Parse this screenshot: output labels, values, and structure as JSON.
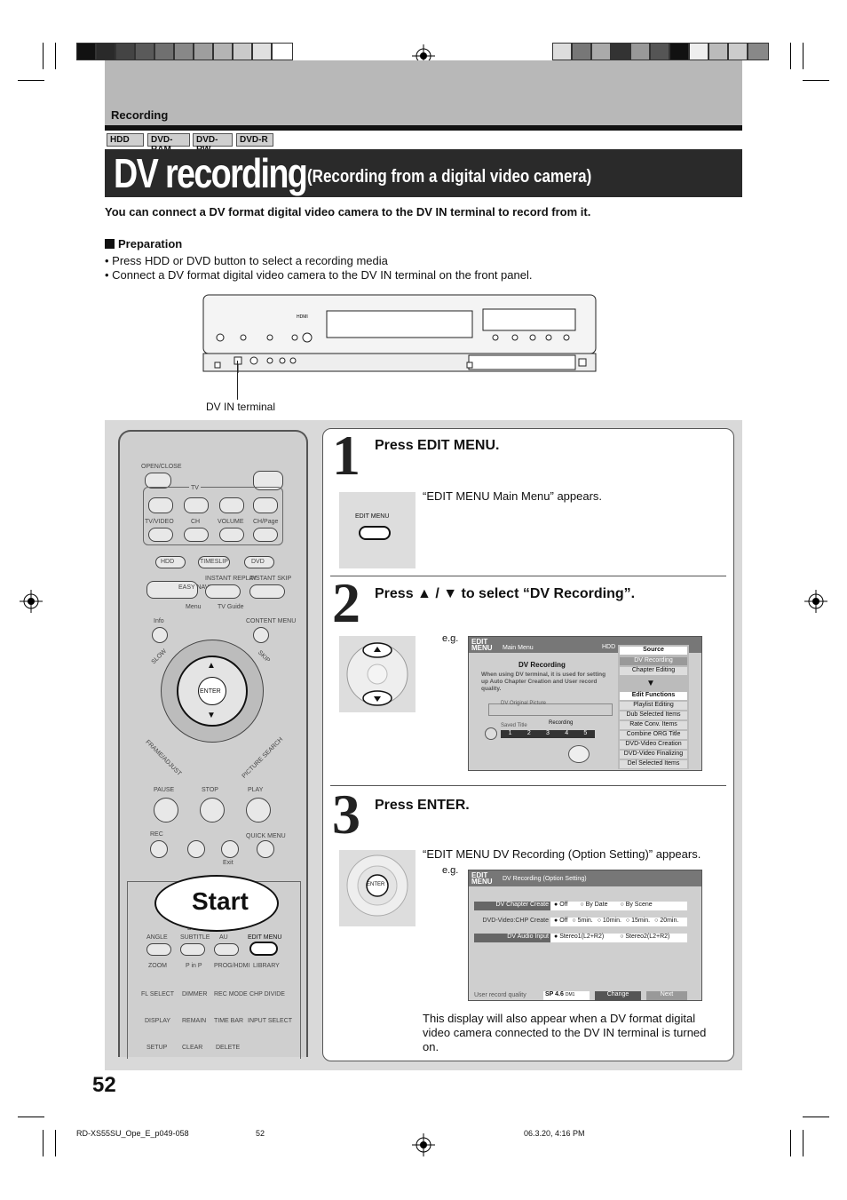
{
  "header": {
    "section": "Recording",
    "tags": [
      "HDD",
      "DVD-RAM",
      "DVD-RW",
      "DVD-R"
    ],
    "title": "DV recording",
    "subtitle": "(Recording from a digital video camera)"
  },
  "intro": "You can connect a DV format digital video camera to the DV IN terminal to record from it.",
  "preparation": {
    "heading": "Preparation",
    "items": [
      "Press HDD or DVD button to select a recording media",
      "Connect a DV format digital video camera to the DV IN terminal on the front panel."
    ]
  },
  "device": {
    "terminal_label": "DV IN terminal"
  },
  "remote": {
    "start_label": "Start",
    "buttons": {
      "open_close": "OPEN/CLOSE",
      "tv": "TV",
      "tv_video": "TV/VIDEO",
      "ch": "CH",
      "volume": "VOLUME",
      "ch_page": "CH/Page",
      "hdd": "HDD",
      "timeslip": "TIMESLIP",
      "dvd": "DVD",
      "easy_navi": "EASY NAVI",
      "instant_replay": "INSTANT REPLAY",
      "instant_skip": "INSTANT SKIP",
      "menu": "Menu",
      "tv_guide": "TV Guide",
      "info": "Info",
      "content_menu": "CONTENT MENU",
      "slow": "SLOW",
      "skip": "SKIP",
      "enter": "ENTER",
      "frame_adjust": "FRAME/ADJUST",
      "picture_search": "PICTURE SEARCH",
      "pause": "PAUSE",
      "stop": "STOP",
      "play": "PLAY",
      "rec": "REC",
      "quick_menu": "QUICK MENU",
      "exit": "Exit",
      "dvd2": "DVD",
      "angle": "ANGLE",
      "subtitle": "SUBTITLE",
      "audio": "AU",
      "edit_menu": "EDIT MENU",
      "zoom": "ZOOM",
      "pinp": "P in P",
      "prog_hdmi": "PROG/HDMI",
      "library": "LIBRARY",
      "fl_select": "FL SELECT",
      "dimmer": "DIMMER",
      "rec_mode": "REC MODE",
      "chp_divide": "CHP DIVIDE",
      "display": "DISPLAY",
      "remain": "REMAIN",
      "time_bar": "TIME BAR",
      "input_select": "INPUT SELECT",
      "setup": "SETUP",
      "clear": "CLEAR",
      "delete": "DELETE"
    }
  },
  "steps": [
    {
      "num": "1",
      "heading": "Press EDIT MENU.",
      "thumb_label": "EDIT MENU",
      "body": "“EDIT MENU Main Menu” appears."
    },
    {
      "num": "2",
      "heading": "Press ▲ / ▼ to select “DV Recording”.",
      "eg": "e.g.",
      "screen": {
        "logo": "EDIT MENU",
        "title": "Main Menu",
        "hdd": "HDD",
        "item_title": "DV Recording",
        "desc": "When using DV terminal, it is used for setting up Auto Chapter Creation and User record quality.",
        "dv_original": "DV Original Picture",
        "saved_title": "Saved Title",
        "recording": "Recording",
        "source_head": "Source",
        "source_items": [
          "DV Recording",
          "Chapter Editing"
        ],
        "edit_head": "Edit Functions",
        "edit_items": [
          "Playlist Editing",
          "Dub Selected Items",
          "Rate Conv. Items",
          "Combine ORG Title",
          "DVD-Video Creation",
          "DVD-Video Finalizing",
          "Del Selected Items"
        ],
        "numbers": [
          "1",
          "2",
          "3",
          "4",
          "5"
        ]
      }
    },
    {
      "num": "3",
      "heading": "Press ENTER.",
      "thumb_label": "ENTER",
      "body": "“EDIT MENU DV Recording (Option Setting)” appears.",
      "eg": "e.g.",
      "screen": {
        "logo": "EDIT MENU",
        "title": "DV Recording (Option Setting)",
        "rows": [
          {
            "label": "DV Chapter Create",
            "options": [
              "Off",
              "By Date",
              "By Scene"
            ]
          },
          {
            "label": "DVD-Video:CHP Create",
            "options": [
              "Off",
              "5min.",
              "10min.",
              "15min.",
              "20min."
            ]
          },
          {
            "label": "DV Audio Input",
            "options": [
              "Stereo1(L2+R2)",
              "Stereo2(L2+R2)"
            ]
          }
        ],
        "quality_label": "User record quality",
        "quality_value": "SP 4.6",
        "quality_unit": "DM1",
        "change": "Change",
        "next": "Next"
      },
      "note": "This display will also appear when a DV format digital video camera connected to the DV IN terminal is turned on."
    }
  ],
  "page_number": "52",
  "footer": {
    "file": "RD-XS55SU_Ope_E_p049-058",
    "page": "52",
    "date": "06.3.20, 4:16 PM"
  },
  "colors": {
    "title_bar": "#2a2a2a",
    "header_band": "#b8b8b8",
    "panel": "#d9d9d9"
  }
}
